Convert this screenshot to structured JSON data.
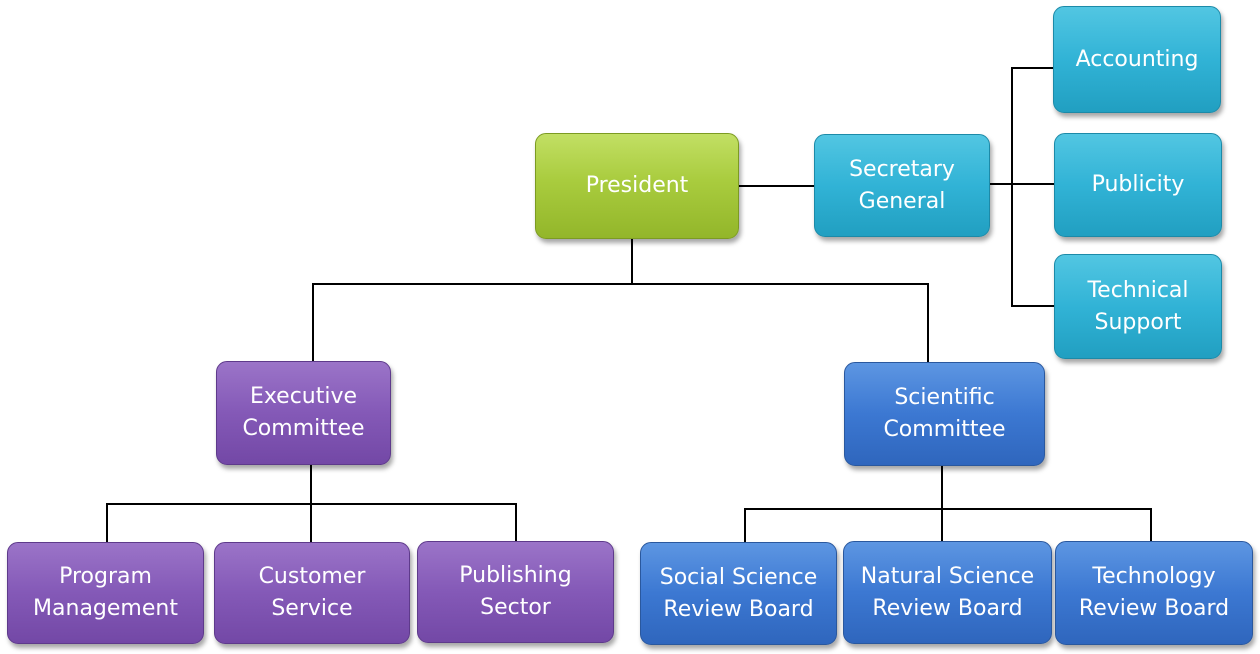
{
  "nodes": {
    "president": {
      "lines": [
        "President"
      ]
    },
    "secretary": {
      "lines": [
        "Secretary",
        "General"
      ]
    },
    "accounting": {
      "lines": [
        "Accounting"
      ]
    },
    "publicity": {
      "lines": [
        "Publicity"
      ]
    },
    "techsupport": {
      "lines": [
        "Technical",
        "Support"
      ]
    },
    "executive": {
      "lines": [
        "Executive",
        "Committee"
      ]
    },
    "scientific": {
      "lines": [
        "Scientific",
        "Committee"
      ]
    },
    "program": {
      "lines": [
        "Program",
        "Management"
      ]
    },
    "customer": {
      "lines": [
        "Customer",
        "Service"
      ]
    },
    "publishing": {
      "lines": [
        "Publishing",
        "Sector"
      ]
    },
    "social": {
      "lines": [
        "Social Science",
        "Review Board"
      ]
    },
    "natural": {
      "lines": [
        "Natural Science",
        "Review Board"
      ]
    },
    "technology": {
      "lines": [
        "Technology",
        "Review Board"
      ]
    }
  },
  "colors": {
    "green": "#a9cc3e",
    "purple": "#8459b7",
    "blue": "#3c78d2",
    "cyan": "#31b3d6",
    "connector": "#000000",
    "text": "#ffffff"
  },
  "edges": [
    [
      "president",
      "secretary"
    ],
    [
      "secretary",
      "accounting"
    ],
    [
      "secretary",
      "publicity"
    ],
    [
      "secretary",
      "techsupport"
    ],
    [
      "president",
      "executive"
    ],
    [
      "president",
      "scientific"
    ],
    [
      "executive",
      "program"
    ],
    [
      "executive",
      "customer"
    ],
    [
      "executive",
      "publishing"
    ],
    [
      "scientific",
      "social"
    ],
    [
      "scientific",
      "natural"
    ],
    [
      "scientific",
      "technology"
    ]
  ]
}
